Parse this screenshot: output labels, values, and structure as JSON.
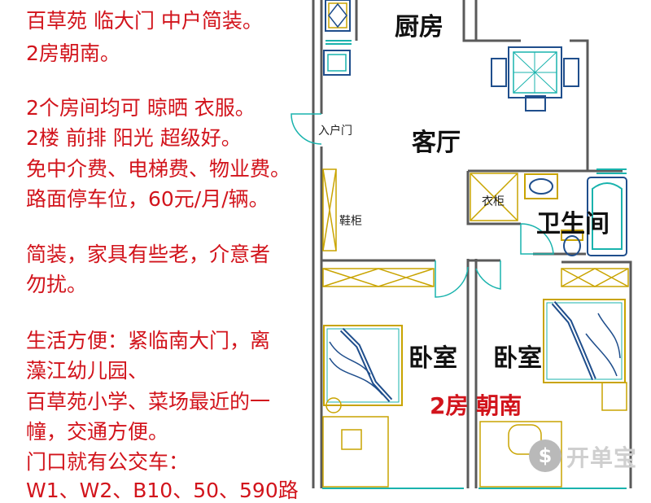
{
  "listing": {
    "lines": [
      "百草苑 临大门 中户简装。",
      "2房朝南。",
      "2个房间均可 晾晒 衣服。",
      "2楼 前排 阳光 超级好。",
      "免中介费、电梯费、物业费。",
      "路面停车位，60元/月/辆。",
      "简装，家具有些老，介意者",
      "勿扰。",
      "生活方便：紧临南大门，离",
      "藻江幼儿园、",
      "百草苑小学、菜场最近的一",
      "幢，交通方便。",
      "门口就有公交车：",
      "W1、W2、B10、50、590路"
    ]
  },
  "floorplan": {
    "kitchen": "厨房",
    "living_room": "客厅",
    "entrance_door": "入户门",
    "shoe_cabinet": "鞋柜",
    "wardrobe": "衣柜",
    "bathroom": "卫生间",
    "bedroom_left": "卧室",
    "bedroom_right": "卧室",
    "orientation_note": "2房 朝南"
  },
  "watermark": {
    "symbol": "$",
    "text": "开单宝"
  },
  "colors": {
    "ad_text": "#d2141c",
    "wall": "#5a5a5a",
    "window": "#19b3ad",
    "furniture": "#c9a400"
  }
}
